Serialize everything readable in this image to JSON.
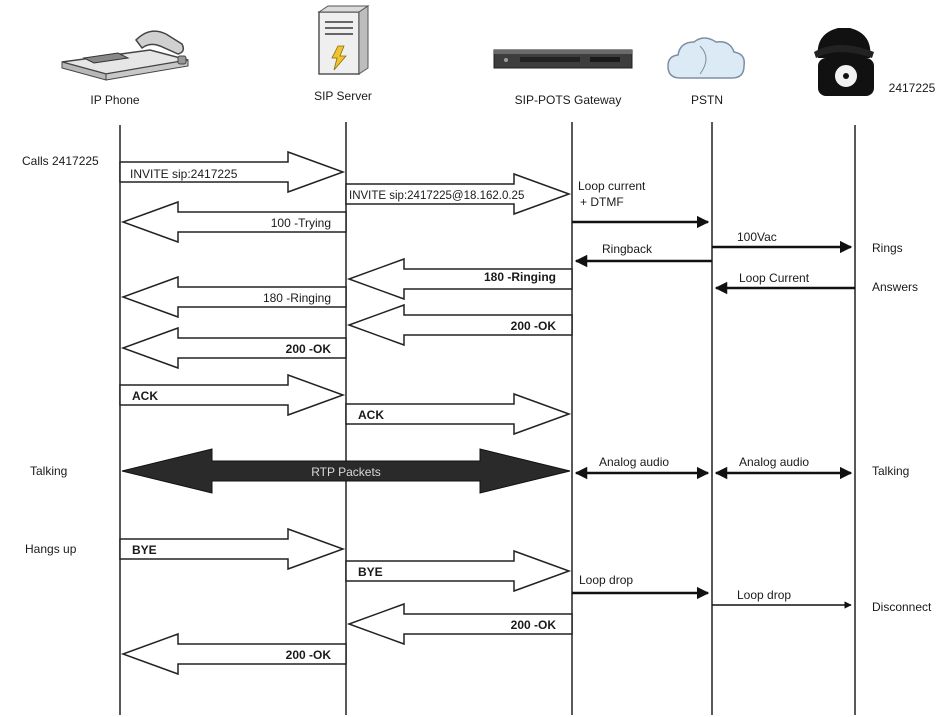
{
  "participants": [
    {
      "id": "ip_phone",
      "label": "IP Phone",
      "icon": "ip-phone-icon"
    },
    {
      "id": "sip_server",
      "label": "SIP Server",
      "icon": "server-icon"
    },
    {
      "id": "gateway",
      "label": "SIP-POTS Gateway",
      "icon": "rack-gateway-icon"
    },
    {
      "id": "pstn",
      "label": "PSTN",
      "icon": "cloud-icon"
    },
    {
      "id": "phone",
      "label": "2417225",
      "icon": "rotary-phone-icon"
    }
  ],
  "side_notes": {
    "calls": "Calls 2417225",
    "talking_left": "Talking",
    "hangs_up": "Hangs up",
    "rings": "Rings",
    "answers": "Answers",
    "talking_right": "Talking",
    "disconnect": "Disconnect"
  },
  "messages": {
    "invite1": "INVITE sip:2417225",
    "invite2": "INVITE sip:2417225@18.162.0.25",
    "loop_current_dtmf_1": "Loop current",
    "loop_current_dtmf_2": "+ DTMF",
    "trying": "100 -Trying",
    "vac": "100Vac",
    "ringback": "Ringback",
    "ringing1": "180 -Ringing",
    "loop_current": "Loop Current",
    "ringing2": "180 -Ringing",
    "ok1": "200 -OK",
    "ok2": "200 -OK",
    "ack1": "ACK",
    "ack2": "ACK",
    "rtp": "RTP Packets",
    "analog1": "Analog audio",
    "analog2": "Analog audio",
    "bye1": "BYE",
    "bye2": "BYE",
    "loop_drop1": "Loop drop",
    "loop_drop2": "Loop drop",
    "ok3": "200 -OK",
    "ok4": "200 -OK"
  }
}
